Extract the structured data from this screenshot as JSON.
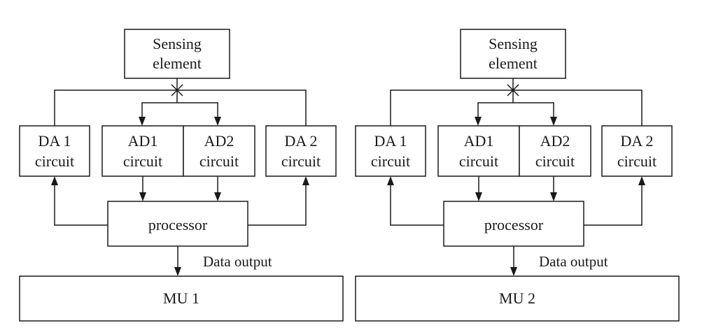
{
  "colors": {
    "stroke": "#1a1a1a",
    "background": "#ffffff"
  },
  "units": [
    {
      "sensing": {
        "line1": "Sensing",
        "line2": "element"
      },
      "da1": {
        "line1": "DA 1",
        "line2": "circuit"
      },
      "ad1": {
        "line1": "AD1",
        "line2": "circuit"
      },
      "ad2": {
        "line1": "AD2",
        "line2": "circuit"
      },
      "da2": {
        "line1": "DA 2",
        "line2": "circuit"
      },
      "processor": "processor",
      "data_output": "Data output",
      "mu": "MU 1"
    },
    {
      "sensing": {
        "line1": "Sensing",
        "line2": "element"
      },
      "da1": {
        "line1": "DA 1",
        "line2": "circuit"
      },
      "ad1": {
        "line1": "AD1",
        "line2": "circuit"
      },
      "ad2": {
        "line1": "AD2",
        "line2": "circuit"
      },
      "da2": {
        "line1": "DA 2",
        "line2": "circuit"
      },
      "processor": "processor",
      "data_output": "Data output",
      "mu": "MU 2"
    }
  ]
}
